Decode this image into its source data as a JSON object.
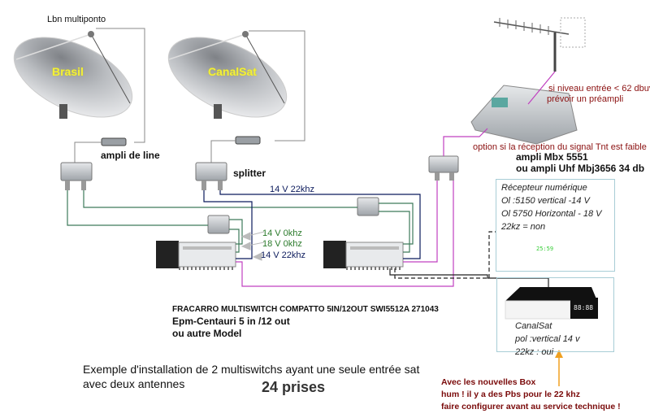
{
  "labels": {
    "lnb": "Lbn multiponto",
    "dish1": "Brasil",
    "dish2": "CanalSat",
    "ampli_line": "ampli de line",
    "splitter": "splitter",
    "tnt_note_1": "si niveau entrée < 62 dbuv",
    "tnt_note_2": "prévoir un préampli",
    "tnt_option": "option si la réception du signal Tnt est faible",
    "ampli_1": "ampli Mbx 5551",
    "ampli_2": "ou ampli Uhf Mbj3656 34 db",
    "wire_14v_22khz_top": "14 V  22khz",
    "wire_14v_0khz": "14 V  0khz",
    "wire_18v_0khz": "18 V  0khz",
    "wire_14v_22khz": "14 V  22khz"
  },
  "receiver1": {
    "line1": "Récepteur numérique",
    "line2": "Ol :5150 vertical -14 V",
    "line3": "Ol 5750 Horizontal - 18 V",
    "line4": "22kz = non",
    "display": "25:59"
  },
  "receiver2": {
    "line1": "CanalSat",
    "line2": "pol :vertical 14 v",
    "line3": "22kz : oui",
    "display": "88:88"
  },
  "multiswitch": {
    "line1": "FRACARRO MULTISWITCH COMPATTO 5IN/12OUT SWI5512A 271043",
    "line2": "Epm-Centauri 5 in /12 out",
    "line3": "ou autre Model"
  },
  "footer": {
    "title1": "Exemple d'installation de 2 multiswitchs ayant une seule entrée sat",
    "title2": "avec deux antennes",
    "prises": "24 prises"
  },
  "warning": {
    "line1": "Avec les nouvelles Box",
    "line2": "hum ! il y a des Pbs pour le 22 khz",
    "line3": "faire configurer avant au service technique !"
  },
  "colors": {
    "green_wire": "#3d7a5a",
    "navy_wire": "#0b1a5c",
    "magenta_wire": "#c040c0",
    "gray_wire": "#888888",
    "arrow_orange": "#f0a020"
  }
}
